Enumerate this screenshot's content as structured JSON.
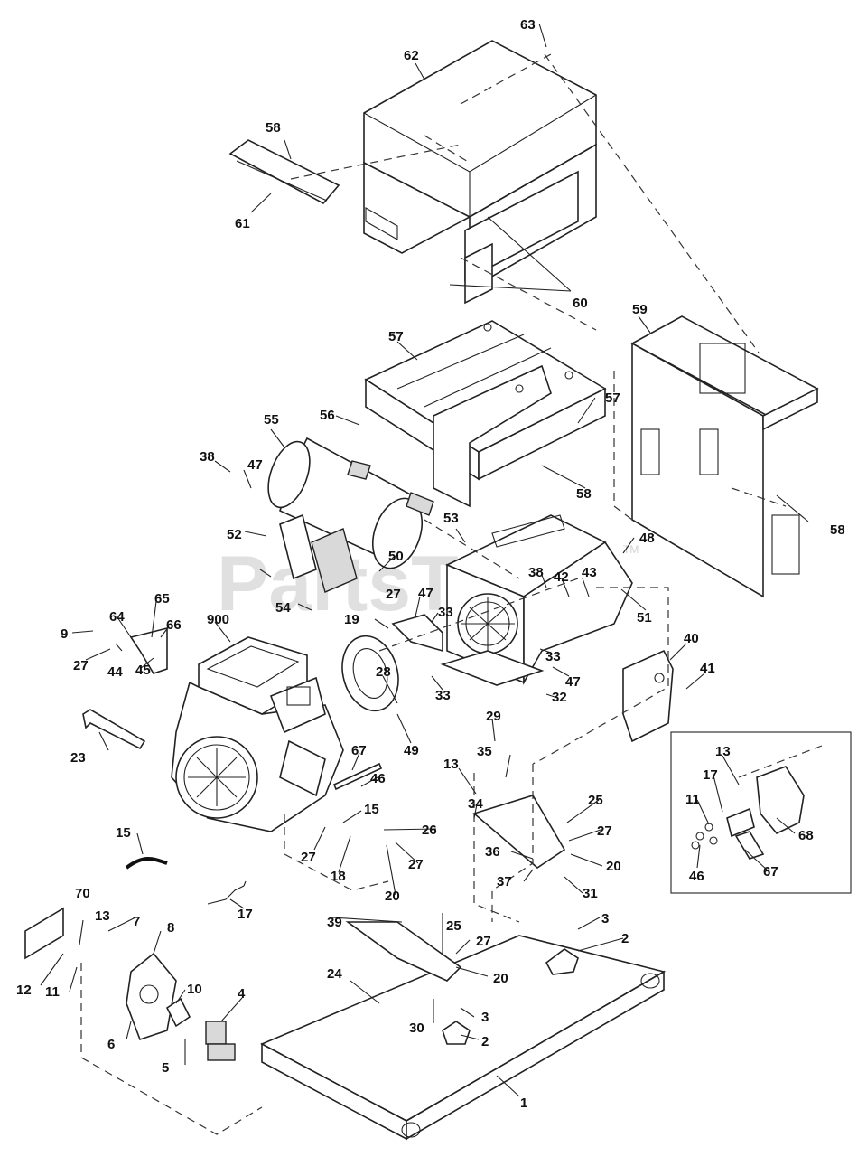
{
  "watermark": {
    "text": "PartsTree",
    "trademark": "TM"
  },
  "labels": {
    "p63": "63",
    "p62": "62",
    "p58a": "58",
    "p61": "61",
    "p60": "60",
    "p59": "59",
    "p57a": "57",
    "p57b": "57",
    "p56": "56",
    "p55": "55",
    "p58b": "58",
    "p58c": "58",
    "p38a": "38",
    "p47a": "47",
    "p53": "53",
    "p48": "48",
    "p52": "52",
    "p50": "50",
    "p38b": "38",
    "p42": "42",
    "p43": "43",
    "p27a": "27",
    "p51": "51",
    "p54": "54",
    "p47b": "47",
    "p19": "19",
    "p33a": "33",
    "p65": "65",
    "p64": "64",
    "p66": "66",
    "p9": "9",
    "p900": "900",
    "p27b": "27",
    "p44": "44",
    "p45": "45",
    "p33b": "33",
    "p40": "40",
    "p41": "41",
    "p28": "28",
    "p33c": "33",
    "p47c": "47",
    "p29": "29",
    "p32": "32",
    "p49": "49",
    "p23": "23",
    "p67a": "67",
    "p46a": "46",
    "p13a": "13",
    "p35": "35",
    "p15a": "15",
    "p34": "34",
    "p25a": "25",
    "p27c": "27",
    "p26": "26",
    "p27d": "27",
    "p18": "18",
    "p27e": "27",
    "p20a": "20",
    "p36": "36",
    "p20b": "20",
    "p15b": "15",
    "p37": "37",
    "p31": "31",
    "p17a": "17",
    "p70": "70",
    "p13b": "13",
    "p7": "7",
    "p8": "8",
    "p39": "39",
    "p25b": "25",
    "p3a": "3",
    "p2a": "2",
    "p27f": "27",
    "p12": "12",
    "p11a": "11",
    "p24": "24",
    "p20c": "20",
    "p10": "10",
    "p4": "4",
    "p6": "6",
    "p3b": "3",
    "p5": "5",
    "p30": "30",
    "p2b": "2",
    "p1": "1",
    "i13": "13",
    "i17": "17",
    "i11": "11",
    "i68": "68",
    "i46": "46",
    "i67": "67"
  }
}
